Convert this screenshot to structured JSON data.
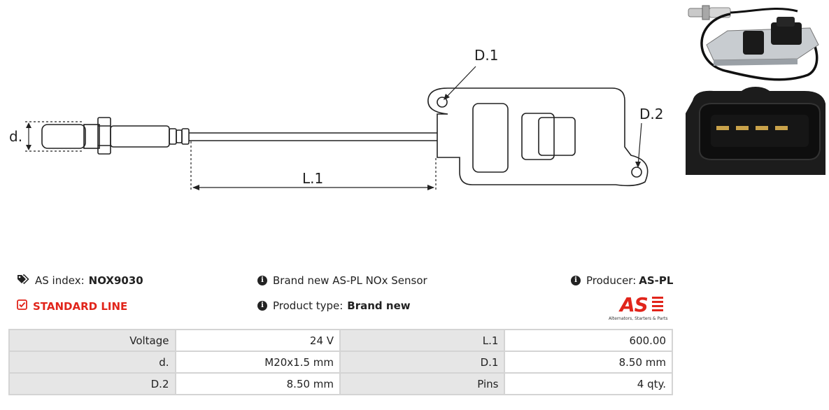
{
  "drawing": {
    "labels": {
      "d": "d.",
      "l1": "L.1",
      "d1": "D.1",
      "d2": "D.2"
    }
  },
  "info": {
    "as_index_label": "AS index:",
    "as_index_value": "NOX9030",
    "description": "Brand new AS-PL NOx Sensor",
    "producer_label": "Producer:",
    "producer_value": "AS-PL",
    "line": "STANDARD LINE",
    "product_type_label": "Product type:",
    "product_type_value": "Brand new"
  },
  "logo": {
    "mark": "AS",
    "tagline": "Alternators, Starters & Parts",
    "color": "#e1251b"
  },
  "specs": {
    "rows": [
      {
        "l1": "Voltage",
        "v1": "24 V",
        "l2": "L.1",
        "v2": "600.00"
      },
      {
        "l1": "d.",
        "v1": "M20x1.5 mm",
        "l2": "D.1",
        "v2": "8.50 mm"
      },
      {
        "l1": "D.2",
        "v1": "8.50 mm",
        "l2": "Pins",
        "v2": "4 qty."
      }
    ]
  },
  "icons": {
    "tags": "tags-icon",
    "info": "info-icon",
    "check": "check-square-icon"
  },
  "colors": {
    "accent": "#e1251b",
    "table_label_bg": "#e6e6e6",
    "table_border": "#d4d4d4"
  }
}
